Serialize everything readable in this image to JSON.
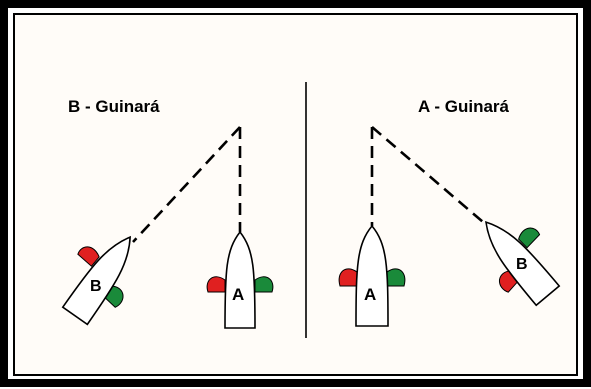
{
  "panels": {
    "left": {
      "caption": "B - Guinará",
      "boat_a_label": "A",
      "boat_b_label": "B"
    },
    "right": {
      "caption": "A - Guinará",
      "boat_a_label": "A",
      "boat_b_label": "B"
    }
  },
  "colors": {
    "frame": "#000000",
    "background": "#ffffff",
    "port_light": "#e02020",
    "starboard_light": "#1a8a3a"
  }
}
